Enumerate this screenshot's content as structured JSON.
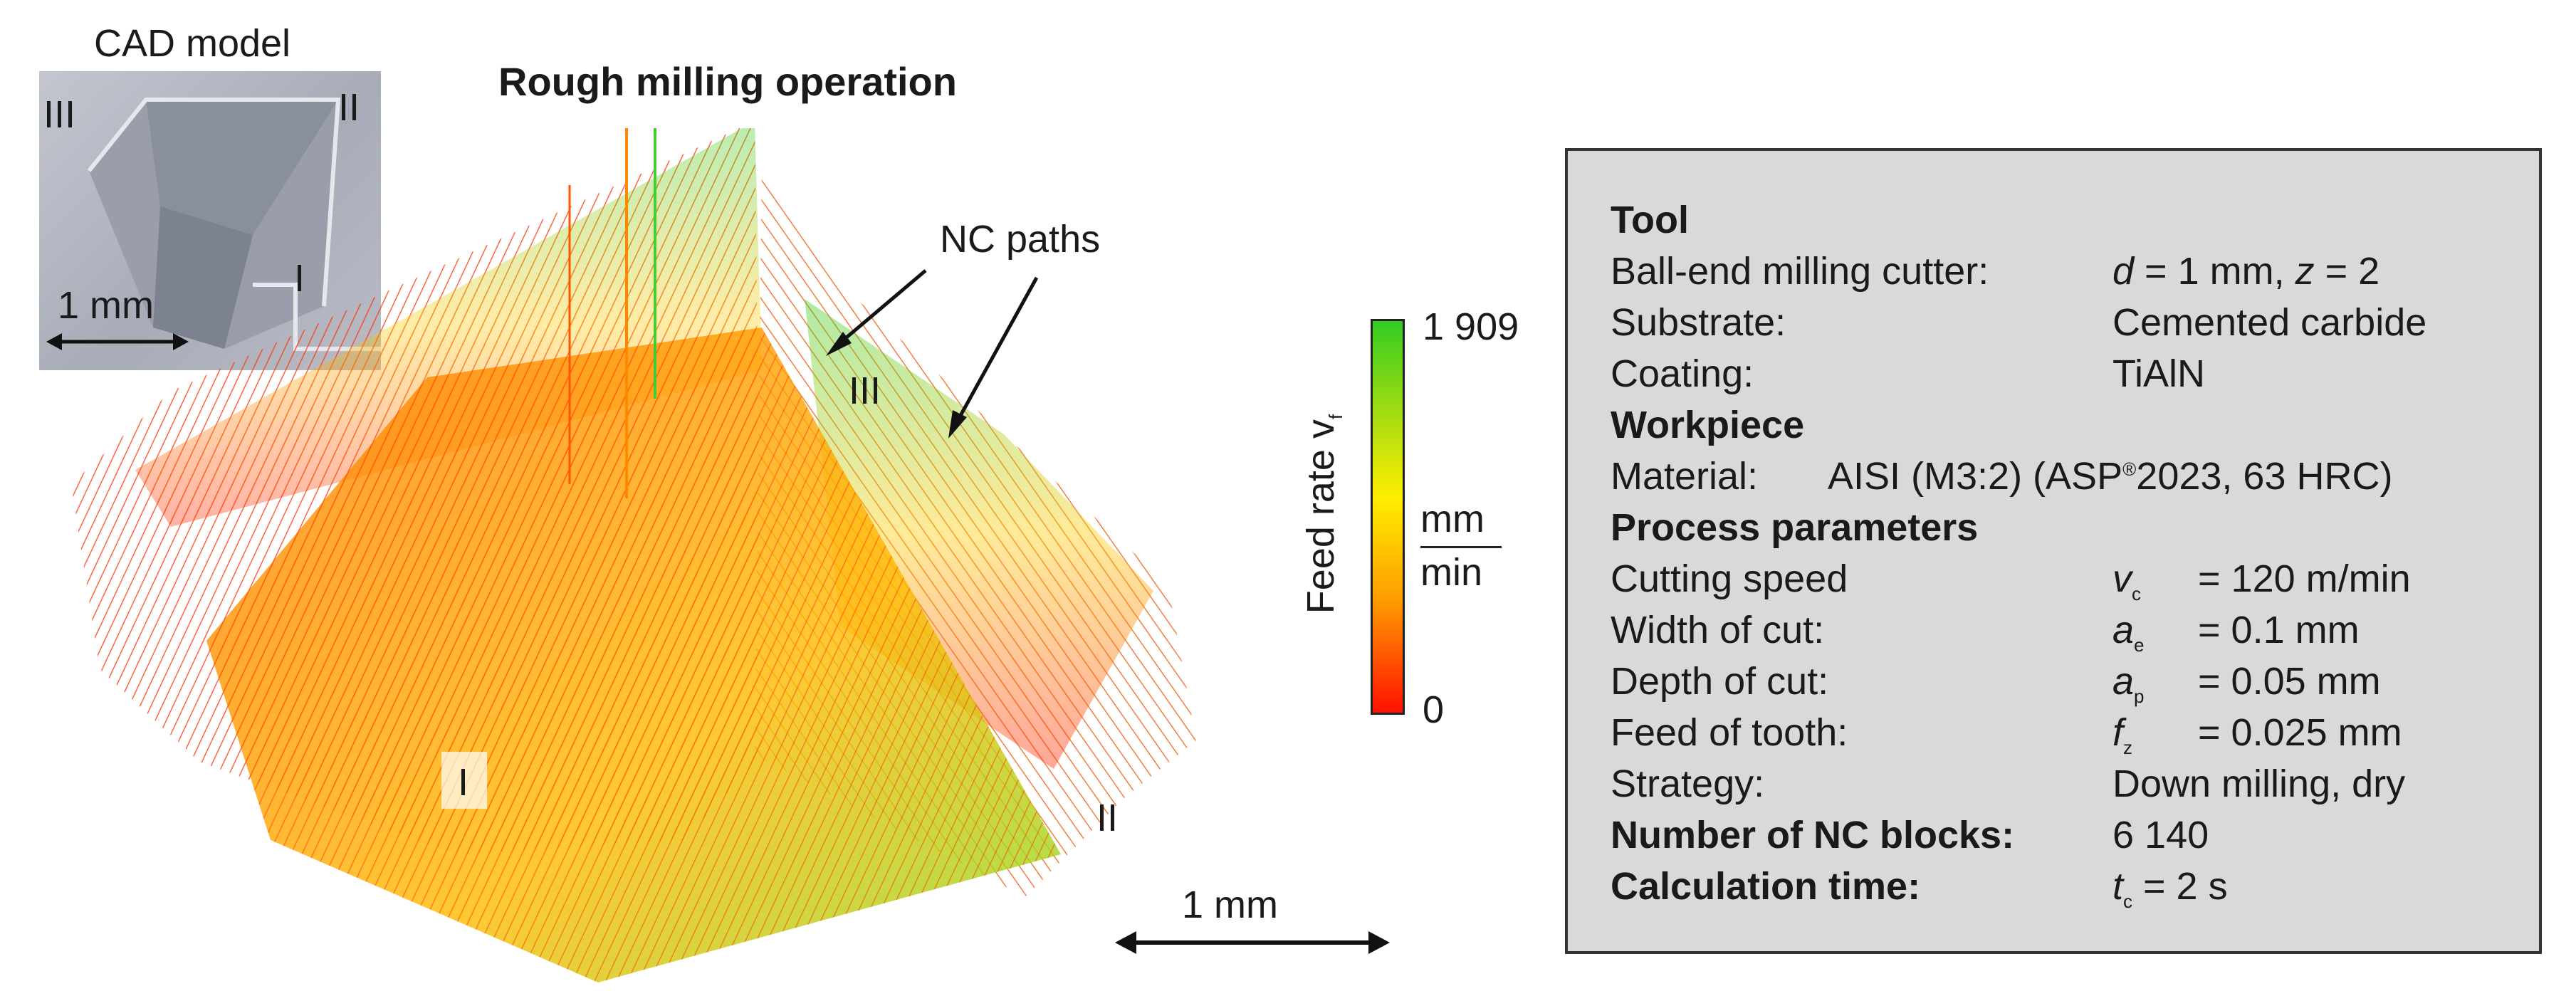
{
  "cad": {
    "title": "CAD model",
    "corner_1": "I",
    "corner_2": "II",
    "corner_3": "III",
    "scale": "1 mm"
  },
  "main": {
    "title": "Rough milling operation",
    "nc_paths": "NC paths",
    "corner_1": "I",
    "corner_2": "II",
    "corner_3": "III",
    "scale": "1 mm"
  },
  "colorbar": {
    "label": "Feed rate v",
    "label_sub": "f",
    "max": "1 909",
    "min": "0",
    "unit_num": "mm",
    "unit_den": "min",
    "colors": [
      "#33cc22",
      "#aadd11",
      "#ffee00",
      "#ff9900",
      "#ff1100"
    ]
  },
  "params": {
    "tool_head": "Tool",
    "cutter_label": "Ball-end milling cutter:",
    "cutter_d": "d",
    "cutter_d_val": " = 1 mm, ",
    "cutter_z": "z",
    "cutter_z_val": " = 2",
    "substrate_label": "Substrate:",
    "substrate_val": "Cemented carbide",
    "coating_label": "Coating:",
    "coating_val": "TiAlN",
    "workpiece_head": "Workpiece",
    "material_label": "Material:",
    "material_val_a": "AISI (M3:2) (ASP",
    "material_reg": "®",
    "material_val_b": "2023, 63 HRC)",
    "process_head": "Process parameters",
    "speed_label": "Cutting speed",
    "speed_sym": "v",
    "speed_sub": "c",
    "speed_val": "= 120 m/min",
    "width_label": "Width of cut:",
    "width_sym": "a",
    "width_sub": "e",
    "width_val": "= 0.1 mm",
    "depth_label": "Depth of cut:",
    "depth_sym": "a",
    "depth_sub": "p",
    "depth_val": "= 0.05 mm",
    "feed_label": "Feed of tooth:",
    "feed_sym": "f",
    "feed_sub": "z",
    "feed_val": "= 0.025 mm",
    "strategy_label": "Strategy:",
    "strategy_val": "Down milling, dry",
    "blocks_label": "Number of NC blocks:",
    "blocks_val": "6 140",
    "time_label": "Calculation time:",
    "time_sym": "t",
    "time_sub": "c",
    "time_val": " = 2 s"
  }
}
